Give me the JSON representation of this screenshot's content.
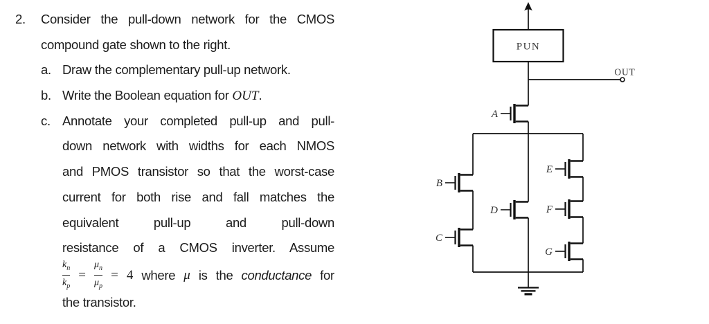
{
  "colors": {
    "ink": "#1c1c1c",
    "wire": "#111111",
    "background": "#ffffff"
  },
  "problem": {
    "number": "2.",
    "intro_line1": "Consider the pull-down network for the CMOS",
    "intro_line2": "compound gate shown to the right.",
    "items": {
      "a": {
        "marker": "a.",
        "text": "Draw the complementary pull-up network."
      },
      "b": {
        "marker": "b.",
        "text_before": "Write the Boolean equation for ",
        "math_word": "OUT",
        "text_after": "."
      },
      "c": {
        "marker": "c.",
        "lines": [
          "Annotate your completed pull-up and pull-",
          "down network with widths for each NMOS",
          "and PMOS transistor so that the worst-case",
          "current for both rise and fall matches the",
          "equivalent pull-up and pull-down",
          "resistance of a CMOS inverter.  Assume"
        ]
      }
    },
    "equation": {
      "num1": "k",
      "num1_sub": "n",
      "den1": "k",
      "den1_sub": "p",
      "equals1": "=",
      "num2": "μ",
      "num2_sub": "n",
      "den2": "μ",
      "den2_sub": "p",
      "equals2": "=",
      "value": "4",
      "w_where": "where",
      "w_mu": "μ",
      "w_is": "is",
      "w_the": "the",
      "w_conductance": "conductance",
      "w_for": "for"
    },
    "final_line": "the transistor."
  },
  "circuit": {
    "pun_label": "PUN",
    "out_label": "OUT",
    "gate_labels": [
      "A",
      "B",
      "C",
      "D",
      "E",
      "F",
      "G"
    ]
  }
}
